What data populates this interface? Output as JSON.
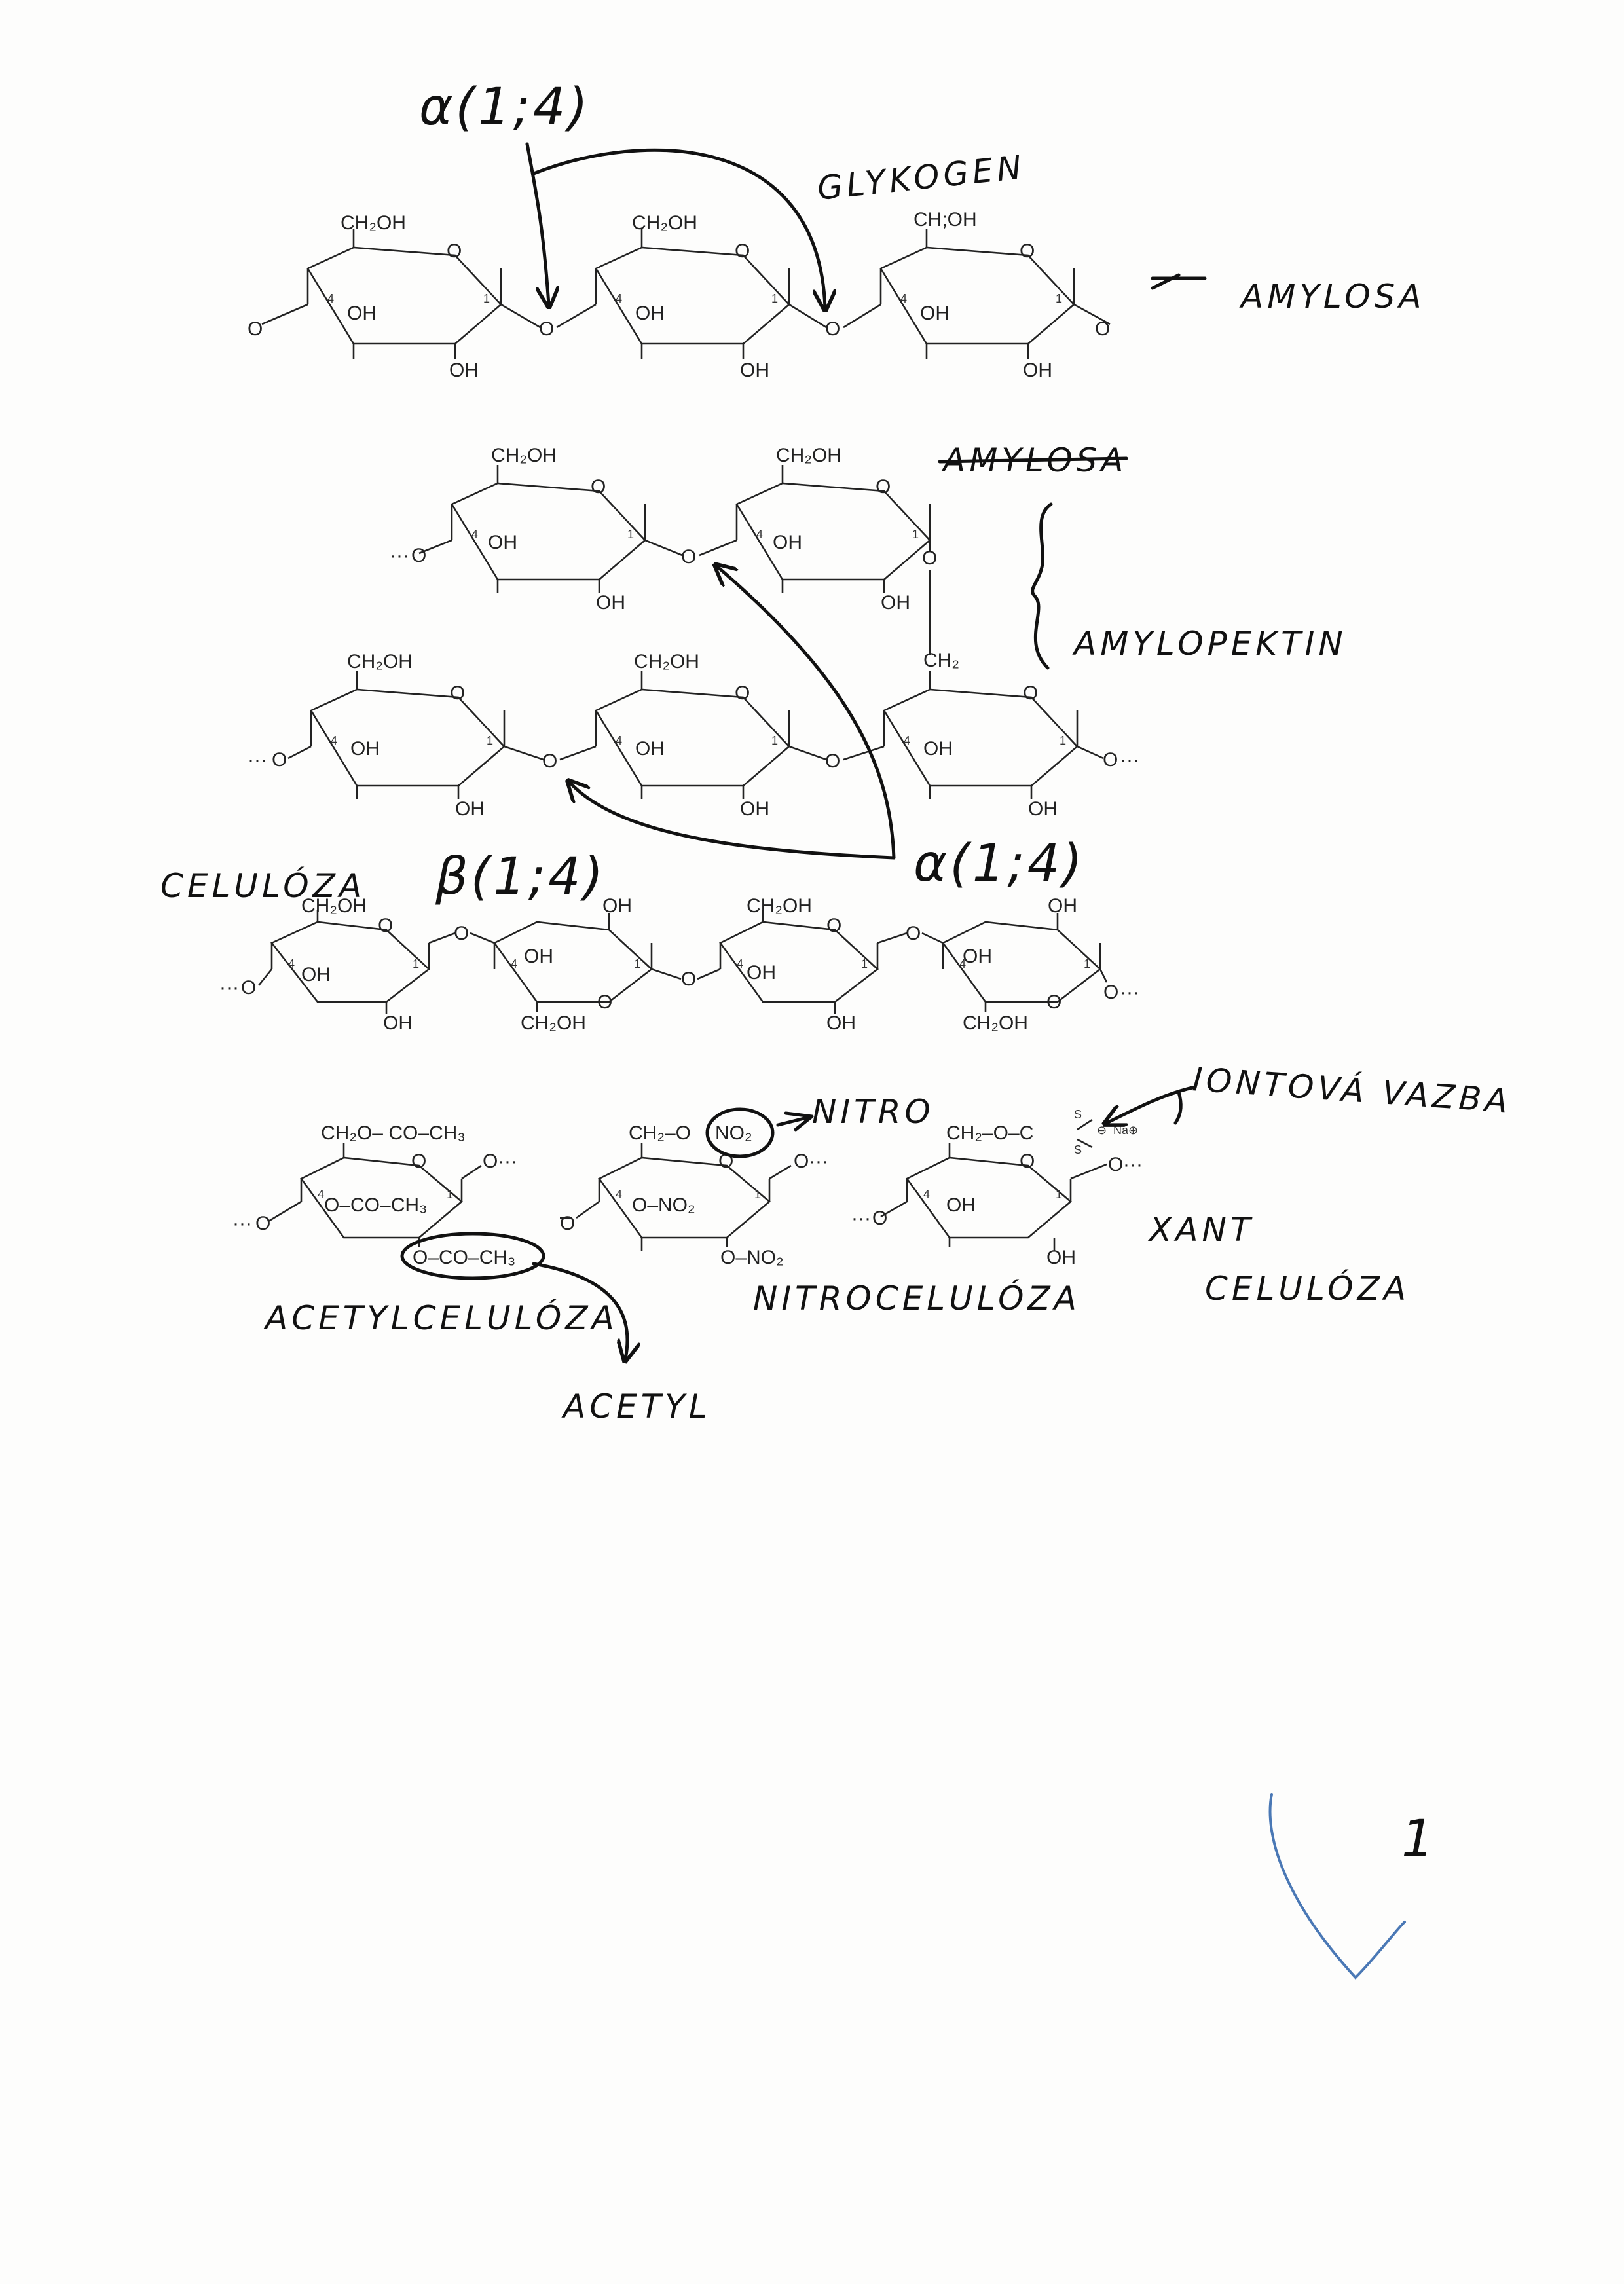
{
  "units": {
    "ch2oh": "CH₂OH",
    "ch2oh_alt": "CH;OH",
    "oh": "OH",
    "o": "O",
    "ch2": "CH₂",
    "dots": "···",
    "num_1": "1",
    "num_4": "4",
    "ch2_o_co_ch3": "CH₂O– CO–CH₃",
    "o_co_ch3": "O–CO–CH₃",
    "ch2_o": "CH₂–O",
    "no2": "NO₂",
    "o_no2": "O–NO₂",
    "ch2_o_c": "CH₂–O–C",
    "s": "S",
    "na": "Na⊕",
    "minus": "⊖"
  },
  "annotations": {
    "alpha_top": "α(1;4)",
    "glycogen": "GLYKOGEN",
    "amylosa": "AMYLOSA",
    "amylosa_struck": "AMYLOSA",
    "amylopektin": "AMYLOPEKTIN",
    "alpha_mid": "α(1;4)",
    "celuloza": "CELULÓZA",
    "beta": "β(1;4)",
    "nitro": "NITRO",
    "iontova_vazba": "IONTOVÁ VAZBA",
    "acetylceluloza": "ACETYLCELULÓZA",
    "acetyl": "ACETYL",
    "nitroceluloza": "NITROCELULÓZA",
    "xant": "XANT",
    "celuloza_2": "CELULÓZA",
    "page_mark": "1"
  },
  "colors": {
    "ink": "#111111",
    "print": "#222222",
    "blue_pen": "#4a78b5"
  }
}
